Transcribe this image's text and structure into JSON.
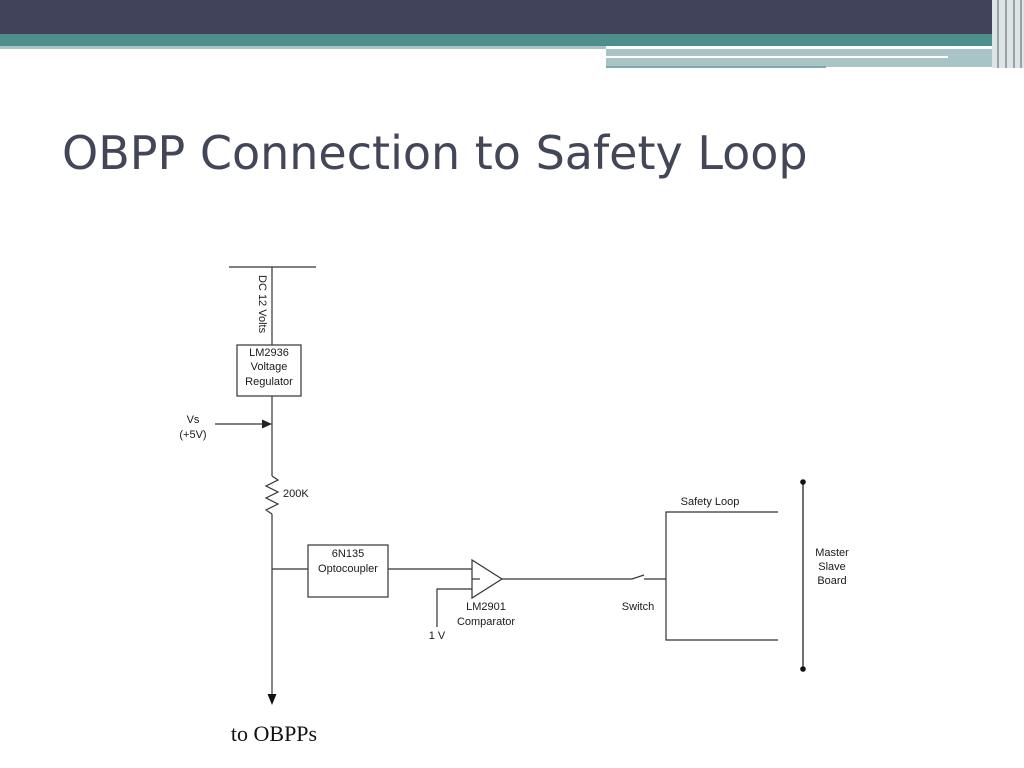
{
  "slide": {
    "title": "OBPP Connection to Safety Loop",
    "colors": {
      "header_dark": "#41435a",
      "header_teal": "#4e8f8e",
      "header_light": "#a9c4c6",
      "title_text": "#434659"
    }
  },
  "diagram": {
    "supply_label": "DC 12 Volts",
    "regulator": {
      "line1": "LM2936",
      "line2": "Voltage",
      "line3": "Regulator"
    },
    "vs_label": {
      "line1": "Vs",
      "line2": "(+5V)"
    },
    "resistor_label": "200K",
    "optocoupler": {
      "line1": "6N135",
      "line2": "Optocoupler"
    },
    "comparator": {
      "line1": "LM2901",
      "line2": "Comparator"
    },
    "reference_label": "1 V",
    "switch_label": "Switch",
    "safety_loop_label": "Safety Loop",
    "board": {
      "line1": "Master",
      "line2": "Slave",
      "line3": "Board"
    },
    "output_label": "to OBPPs"
  }
}
